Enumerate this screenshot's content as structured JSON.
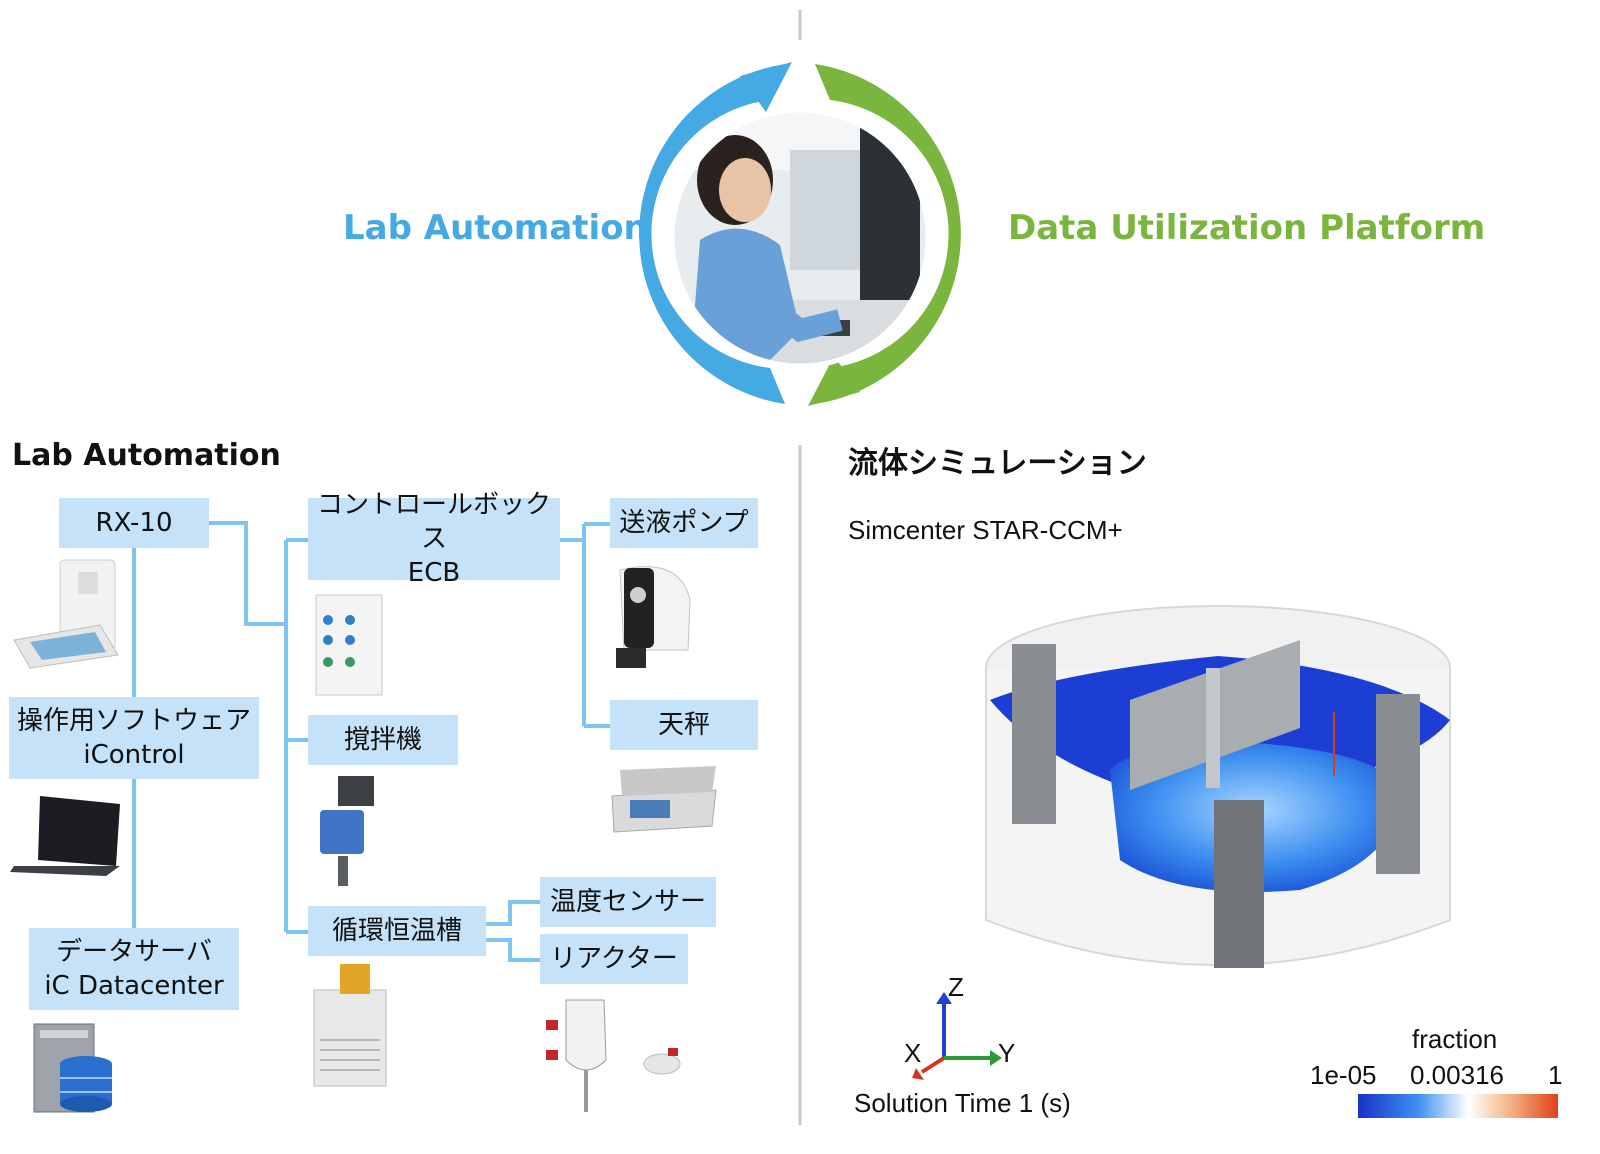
{
  "cycle": {
    "left_label": "Lab Automation",
    "right_label": "Data Utilization Platform",
    "colors": {
      "blue": "#45a9e3",
      "green": "#7ab53e"
    }
  },
  "left_section": {
    "heading": "Lab Automation",
    "boxes": {
      "rx10": "RX-10",
      "software_line1": "操作用ソフトウェア",
      "software_line2": "iControl",
      "dataserver_line1": "データサーバ",
      "dataserver_line2": "iC Datacenter",
      "controlbox_line1": "コントロールボックス",
      "controlbox_line2": "ECB",
      "stirrer": "撹拌機",
      "circulator": "循環恒温槽",
      "pump": "送液ポンプ",
      "balance": "天秤",
      "temp_sensor": "温度センサー",
      "reactor": "リアクター"
    },
    "box_color": "#c5e2f8",
    "line_color": "#7fc3ef"
  },
  "right_section": {
    "heading": "流体シミュレーション",
    "software": "Simcenter STAR-CCM+",
    "axes": {
      "z": "Z",
      "x": "X",
      "y": "Y"
    },
    "solution_time": "Solution Time 1 (s)",
    "colorbar": {
      "title": "fraction",
      "min": "1e-05",
      "mid": "0.00316",
      "max": "1"
    }
  }
}
